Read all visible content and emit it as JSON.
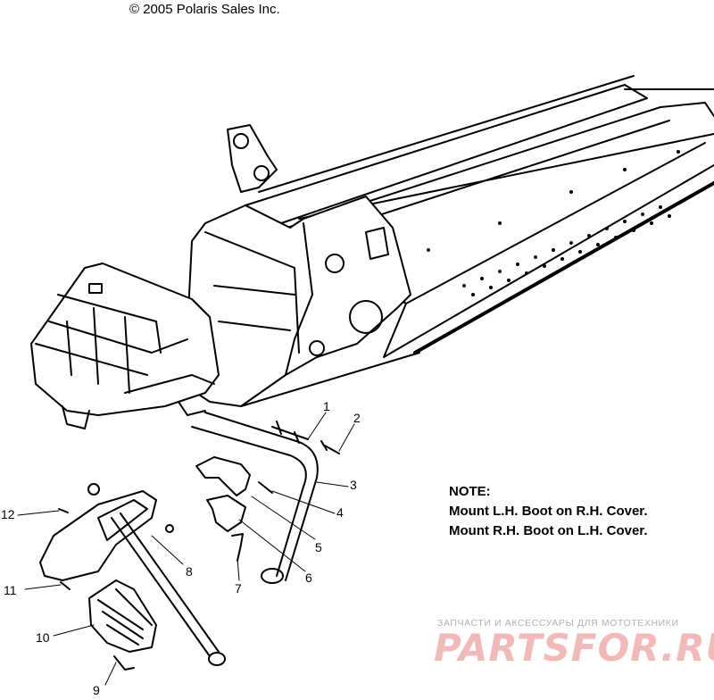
{
  "copyright": "© 2005 Polaris Sales Inc.",
  "note": {
    "heading": "NOTE:",
    "line1": "Mount L.H. Boot on R.H. Cover.",
    "line2": "Mount R.H. Boot on L.H. Cover."
  },
  "callouts": [
    "1",
    "2",
    "3",
    "4",
    "5",
    "6",
    "7",
    "8",
    "9",
    "10",
    "11",
    "12"
  ],
  "watermark": {
    "caption": "ЗАПЧАСТИ И АКСЕССУАРЫ ДЛЯ МОТОТЕХНИКИ",
    "logo": "PARTSFOR.RU",
    "color": "#f2b9b9"
  }
}
